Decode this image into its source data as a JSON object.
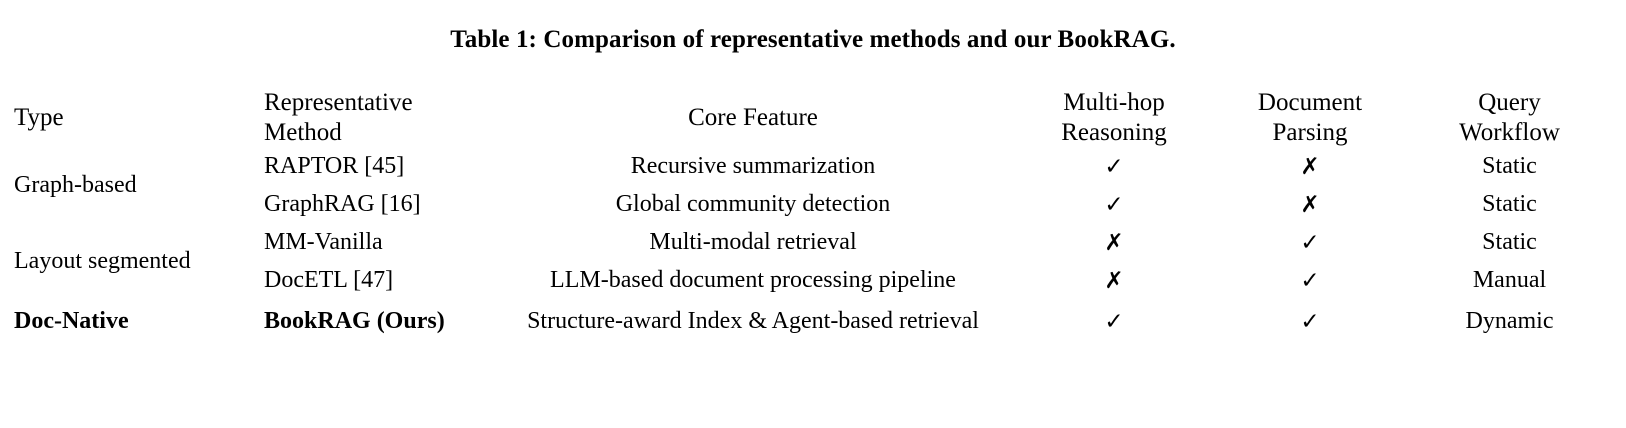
{
  "caption": "Table 1: Comparison of representative methods and our BookRAG.",
  "table": {
    "headers": {
      "type": {
        "line1": "Type",
        "line2": ""
      },
      "method": {
        "line1": "Representative",
        "line2": "Method"
      },
      "feature": {
        "line1": "Core Feature",
        "line2": ""
      },
      "multihop": {
        "line1": "Multi-hop",
        "line2": "Reasoning"
      },
      "parsing": {
        "line1": "Document",
        "line2": "Parsing"
      },
      "workflow": {
        "line1": "Query",
        "line2": "Workflow"
      }
    },
    "symbols": {
      "check": "✓",
      "cross": "✗"
    },
    "groups": [
      {
        "type": "Graph-based",
        "rows": [
          {
            "method": "RAPTOR [45]",
            "feature": "Recursive summarization",
            "multihop": "✓",
            "parsing": "✗",
            "workflow": "Static"
          },
          {
            "method": "GraphRAG [16]",
            "feature": "Global community detection",
            "multihop": "✓",
            "parsing": "✗",
            "workflow": "Static"
          }
        ]
      },
      {
        "type": "Layout segmented",
        "rows": [
          {
            "method": "MM-Vanilla",
            "feature": "Multi-modal retrieval",
            "multihop": "✗",
            "parsing": "✓",
            "workflow": "Static"
          },
          {
            "method": "DocETL [47]",
            "feature": "LLM-based document processing pipeline",
            "multihop": "✗",
            "parsing": "✓",
            "workflow": "Manual"
          }
        ]
      },
      {
        "type": "Doc-Native",
        "rows": [
          {
            "method": "BookRAG (Ours)",
            "feature": "Structure-award Index & Agent-based retrieval",
            "multihop": "✓",
            "parsing": "✓",
            "workflow": "Dynamic"
          }
        ]
      }
    ]
  }
}
